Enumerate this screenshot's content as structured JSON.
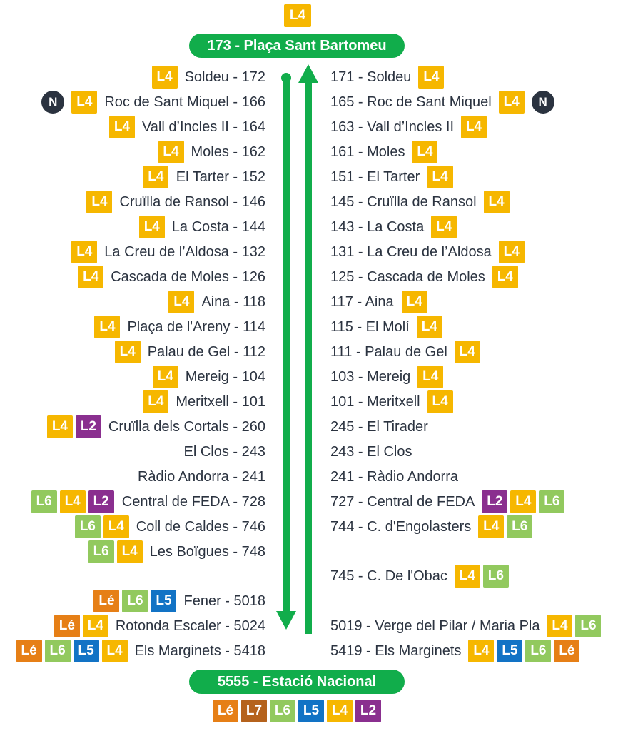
{
  "top_badge": "L4",
  "top_terminal": "173 - Plaça Sant Bartomeu",
  "bottom_terminal": "5555 - Estació Nacional",
  "bottom_badges": [
    "Lé",
    "L7",
    "L6",
    "L5",
    "L4",
    "L2"
  ],
  "colors": {
    "L4": "#f6b700",
    "L2": "#8a2f8f",
    "L6": "#92c95e",
    "L5": "#1273c5",
    "Lé": "#e67f16",
    "L7": "#b5621c",
    "terminal": "#11ad4b",
    "night": "#2b3340",
    "text": "#2b3340"
  },
  "night_label": "N",
  "left_stops": [
    {
      "name": "Soldeu - 172",
      "lines": [
        "L4"
      ]
    },
    {
      "name": "Roc de Sant Miquel - 166",
      "lines": [
        "L4"
      ],
      "night": true
    },
    {
      "name": "Vall d’Incles II - 164",
      "lines": [
        "L4"
      ]
    },
    {
      "name": "Moles - 162",
      "lines": [
        "L4"
      ]
    },
    {
      "name": "El Tarter - 152",
      "lines": [
        "L4"
      ]
    },
    {
      "name": "Cruïlla de Ransol - 146",
      "lines": [
        "L4"
      ]
    },
    {
      "name": "La Costa - 144",
      "lines": [
        "L4"
      ]
    },
    {
      "name": "La Creu de l’Aldosa - 132",
      "lines": [
        "L4"
      ]
    },
    {
      "name": "Cascada de Moles - 126",
      "lines": [
        "L4"
      ]
    },
    {
      "name": "Aina - 118",
      "lines": [
        "L4"
      ]
    },
    {
      "name": "Plaça de l'Areny - 114",
      "lines": [
        "L4"
      ]
    },
    {
      "name": "Palau de Gel - 112",
      "lines": [
        "L4"
      ]
    },
    {
      "name": "Mereig - 104",
      "lines": [
        "L4"
      ]
    },
    {
      "name": "Meritxell - 101",
      "lines": [
        "L4"
      ]
    },
    {
      "name": "Cruïlla dels Cortals - 260",
      "lines": [
        "L4",
        "L2"
      ]
    },
    {
      "name": "El Clos - 243",
      "lines": []
    },
    {
      "name": "Ràdio Andorra - 241",
      "lines": []
    },
    {
      "name": "Central de FEDA - 728",
      "lines": [
        "L6",
        "L4",
        "L2"
      ]
    },
    {
      "name": "Coll de Caldes - 746",
      "lines": [
        "L6",
        "L4"
      ]
    },
    {
      "name": "Les Boïgues - 748",
      "lines": [
        "L6",
        "L4"
      ]
    },
    {
      "name": "Fener - 5018",
      "lines": [
        "Lé",
        "L6",
        "L5"
      ]
    },
    {
      "name": "Rotonda Escaler - 5024",
      "lines": [
        "Lé",
        "L4"
      ]
    },
    {
      "name": "Els Marginets - 5418",
      "lines": [
        "Lé",
        "L6",
        "L5",
        "L4"
      ]
    }
  ],
  "right_stops": [
    {
      "name": "171 - Soldeu",
      "lines": [
        "L4"
      ]
    },
    {
      "name": "165 - Roc de Sant Miquel",
      "lines": [
        "L4"
      ],
      "night": true
    },
    {
      "name": "163 - Vall d’Incles II",
      "lines": [
        "L4"
      ]
    },
    {
      "name": "161 - Moles",
      "lines": [
        "L4"
      ]
    },
    {
      "name": "151 - El Tarter",
      "lines": [
        "L4"
      ]
    },
    {
      "name": "145 - Cruïlla de Ransol",
      "lines": [
        "L4"
      ]
    },
    {
      "name": "143 - La Costa",
      "lines": [
        "L4"
      ]
    },
    {
      "name": "131 - La Creu de l’Aldosa",
      "lines": [
        "L4"
      ]
    },
    {
      "name": "125 - Cascada de Moles",
      "lines": [
        "L4"
      ]
    },
    {
      "name": "117 - Aina",
      "lines": [
        "L4"
      ]
    },
    {
      "name": "115 - El Molí",
      "lines": [
        "L4"
      ]
    },
    {
      "name": "111 - Palau de Gel",
      "lines": [
        "L4"
      ]
    },
    {
      "name": "103 - Mereig",
      "lines": [
        "L4"
      ]
    },
    {
      "name": "101 - Meritxell",
      "lines": [
        "L4"
      ]
    },
    {
      "name": "245 - El Tirader",
      "lines": []
    },
    {
      "name": "243 - El Clos",
      "lines": []
    },
    {
      "name": "241 - Ràdio Andorra",
      "lines": []
    },
    {
      "name": "727 - Central de FEDA",
      "lines": [
        "L2",
        "L4",
        "L6"
      ]
    },
    {
      "name": "744 - C. d'Engolasters",
      "lines": [
        "L4",
        "L6"
      ]
    },
    {
      "name": "745 - C. De l'Obac",
      "lines": [
        "L4",
        "L6"
      ]
    },
    {
      "name": "5019 - Verge del Pilar / Maria Pla",
      "lines": [
        "L4",
        "L6"
      ]
    },
    {
      "name": "5419 - Els Marginets",
      "lines": [
        "L4",
        "L5",
        "L6",
        "Lé"
      ]
    }
  ]
}
